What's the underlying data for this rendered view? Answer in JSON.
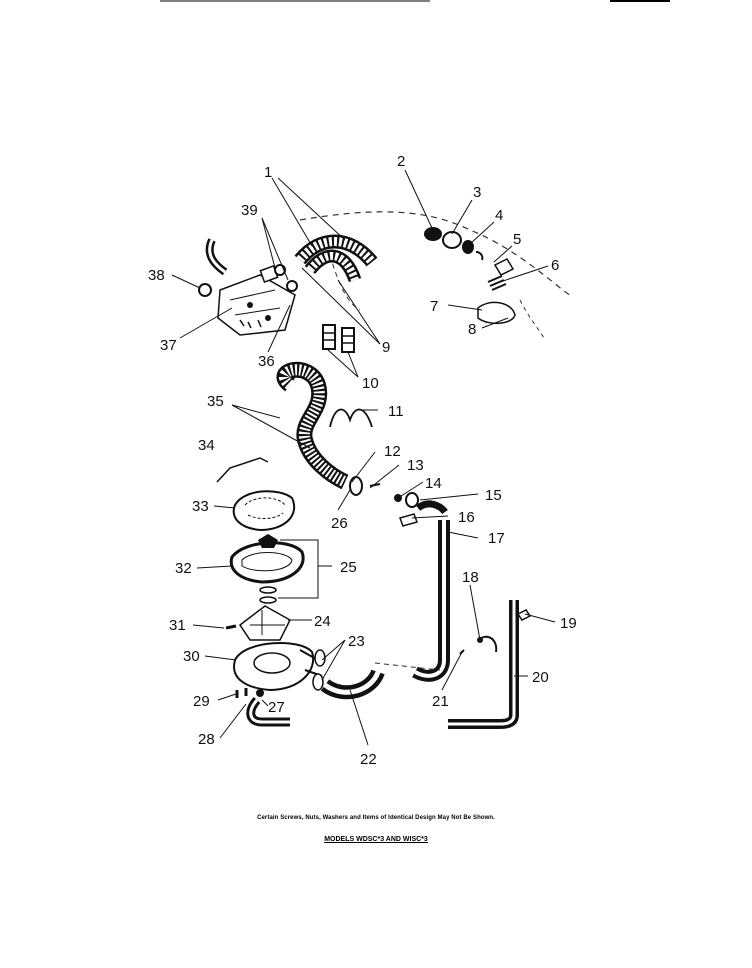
{
  "callouts": [
    "1",
    "2",
    "3",
    "4",
    "5",
    "6",
    "7",
    "8",
    "9",
    "10",
    "11",
    "12",
    "13",
    "14",
    "15",
    "16",
    "17",
    "18",
    "19",
    "20",
    "21",
    "22",
    "23",
    "24",
    "25",
    "26",
    "27",
    "28",
    "29",
    "30",
    "31",
    "32",
    "33",
    "34",
    "35",
    "36",
    "37",
    "38",
    "39"
  ],
  "footnote": {
    "note": "Certain Screws, Nuts, Washers and Items of Identical Design May Not Be Shown.",
    "models": "MODELS WDSC*3 AND WISC*3"
  }
}
